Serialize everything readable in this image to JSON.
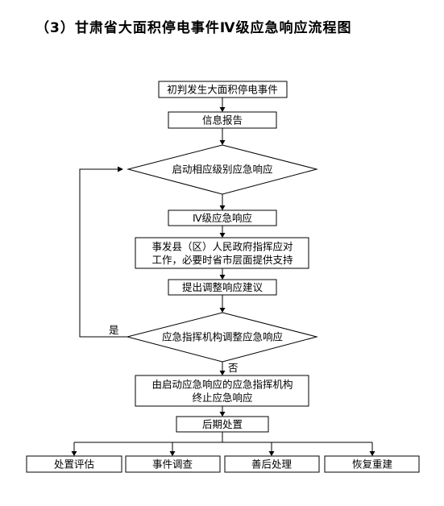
{
  "title": "（3）甘肃省大面积停电事件Ⅳ级应急响应流程图",
  "nodes": {
    "start": "初判发生大面积停电事件",
    "report": "信息报告",
    "activate": "启动相应级别应急响应",
    "level4": "Ⅳ级应急响应",
    "county_line1": "事发县（区）人民政府指挥应对",
    "county_line2": "工作，必要时省市层面提供支持",
    "adjust_suggest": "提出调整响应建议",
    "adjust_decide": "应急指挥机构调整应急响应",
    "terminate_line1": "由启动应急响应的应急指挥机构",
    "terminate_line2": "终止应急响应",
    "aftermath": "后期处置",
    "eval": "处置评估",
    "investigate": "事件调查",
    "recovery_handle": "善后处理",
    "rebuild": "恢复重建"
  },
  "edge_labels": {
    "yes": "是",
    "no": "否"
  }
}
